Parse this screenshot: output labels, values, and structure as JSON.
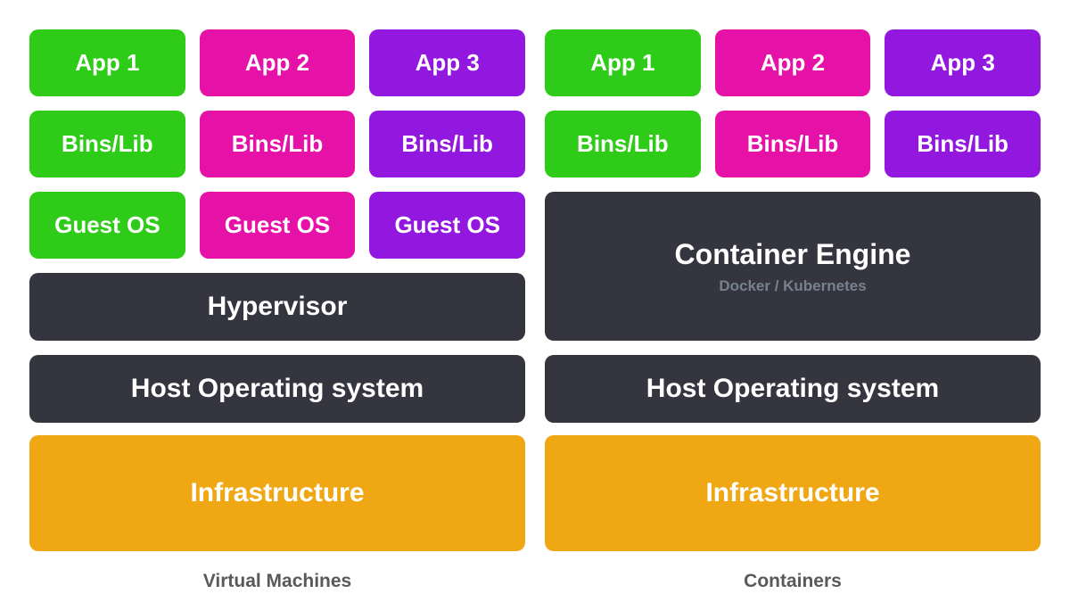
{
  "colors": {
    "green": "#2ecc18",
    "magenta": "#e611a7",
    "purple": "#9218e0",
    "dark": "#35353f",
    "orange": "#f0a714",
    "subtitle": "#78818f",
    "caption": "#595959"
  },
  "left": {
    "caption": "Virtual Machines",
    "rows": [
      {
        "cells": [
          {
            "label": "App 1"
          },
          {
            "label": "App 2"
          },
          {
            "label": "App 3"
          }
        ]
      },
      {
        "cells": [
          {
            "label": "Bins/Lib"
          },
          {
            "label": "Bins/Lib"
          },
          {
            "label": "Bins/Lib"
          }
        ]
      },
      {
        "cells": [
          {
            "label": "Guest OS"
          },
          {
            "label": "Guest OS"
          },
          {
            "label": "Guest OS"
          }
        ]
      }
    ],
    "layers": [
      {
        "label": "Hypervisor"
      },
      {
        "label": "Host Operating system"
      },
      {
        "label": "Infrastructure"
      }
    ]
  },
  "right": {
    "caption": "Containers",
    "rows": [
      {
        "cells": [
          {
            "label": "App 1"
          },
          {
            "label": "App 2"
          },
          {
            "label": "App 3"
          }
        ]
      },
      {
        "cells": [
          {
            "label": "Bins/Lib"
          },
          {
            "label": "Bins/Lib"
          },
          {
            "label": "Bins/Lib"
          }
        ]
      }
    ],
    "engine": {
      "title": "Container Engine",
      "subtitle": "Docker / Kubernetes"
    },
    "layers": [
      {
        "label": "Host Operating system"
      },
      {
        "label": "Infrastructure"
      }
    ]
  }
}
